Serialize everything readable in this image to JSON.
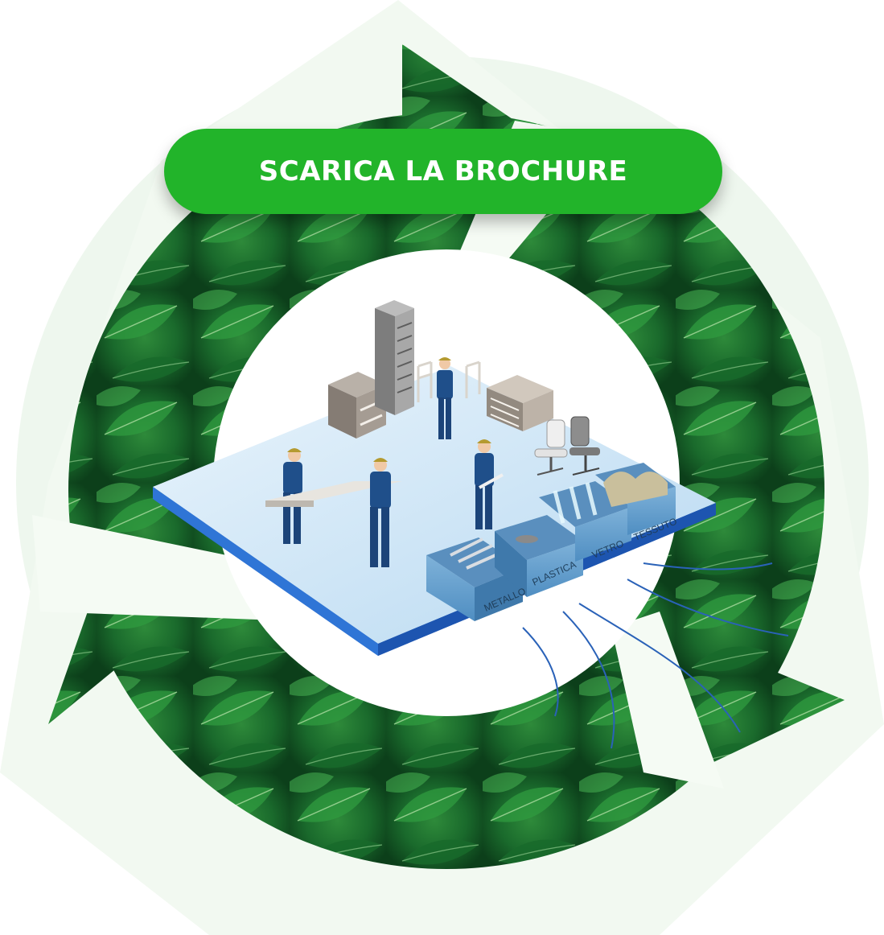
{
  "cta": {
    "label": "SCARICA LA BROCHURE"
  },
  "bins": [
    {
      "label": "METALLO"
    },
    {
      "label": "PLASTICA"
    },
    {
      "label": "VETRO"
    },
    {
      "label": "TESSUTO"
    }
  ],
  "colors": {
    "cta_green": "#22b42a",
    "leaf_dark": "#0f4a1f",
    "leaf_light": "#3fae4a",
    "platform": "#cfe6f7",
    "platform_edge": "#1f5fc4",
    "worker_blue": "#1f4f8a"
  },
  "icons": [
    "recycle-arrows",
    "worker-figure",
    "filing-cabinet",
    "server-rack",
    "office-chair",
    "recycling-bin"
  ]
}
